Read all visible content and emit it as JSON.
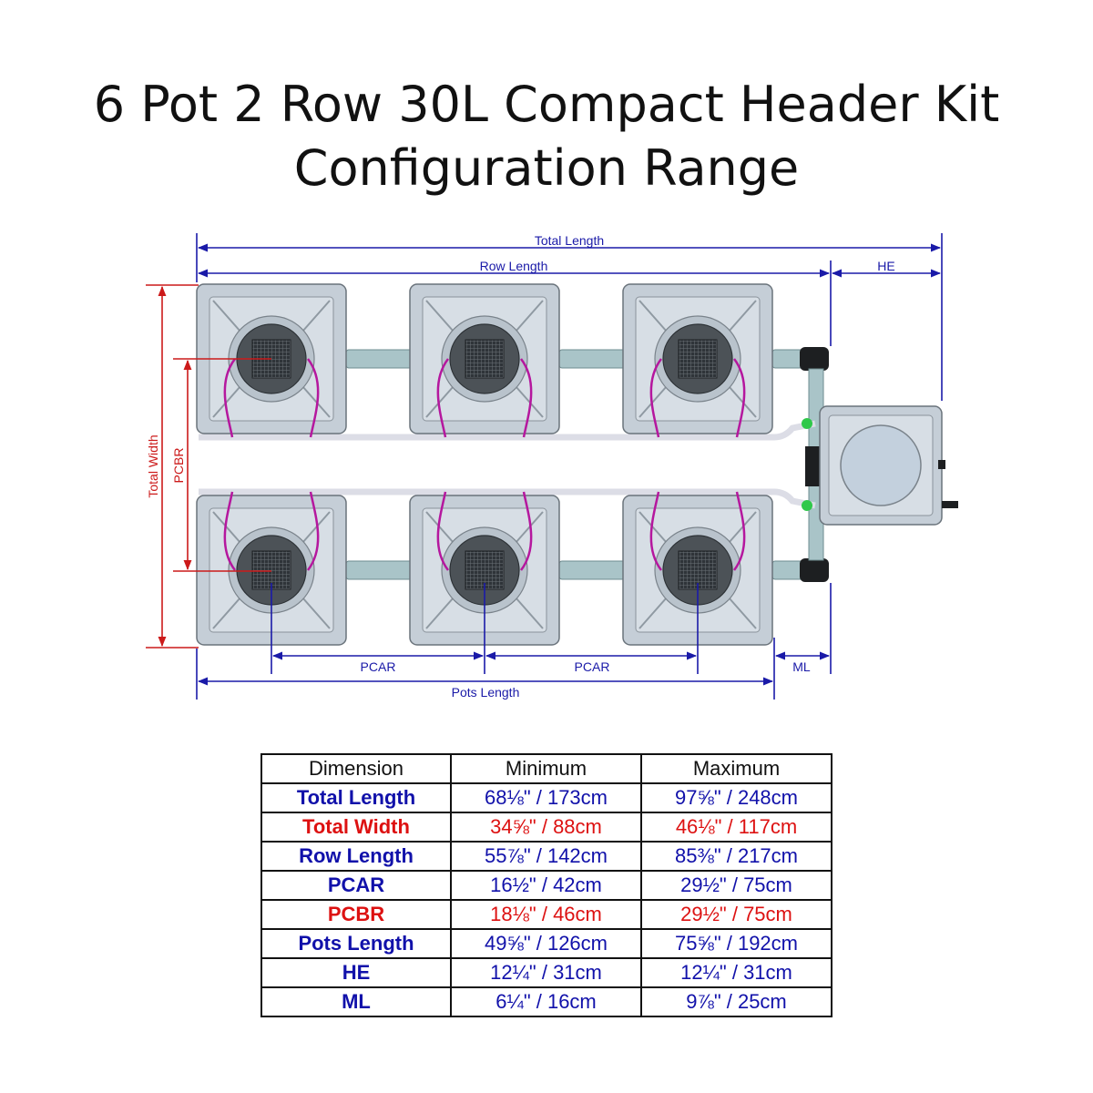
{
  "title": {
    "line1": "6 Pot 2 Row 30L Compact Header Kit",
    "line2": "Configuration Range"
  },
  "diagram": {
    "labels": {
      "total_length": "Total Length",
      "row_length": "Row Length",
      "he": "HE",
      "total_width": "Total Width",
      "pcbr": "PCBR",
      "pcar_left": "PCAR",
      "pcar_right": "PCAR",
      "ml": "ML",
      "pots_length": "Pots Length"
    },
    "colors": {
      "blue_dim": "#1a1aa8",
      "red_dim": "#cc1a1a",
      "pot_fill": "#c9d3dc",
      "pipe": "#a9c4c8",
      "magenta_tube": "#b5179e"
    }
  },
  "table": {
    "headers": [
      "Dimension",
      "Minimum",
      "Maximum"
    ],
    "rows": [
      {
        "dimension": "Total Length",
        "min": "68⅛\" / 173cm",
        "max": "97⅝\" / 248cm",
        "color": "#1111aa"
      },
      {
        "dimension": "Total Width",
        "min": "34⅝\" / 88cm",
        "max": "46⅛\" / 117cm",
        "color": "#dd1111"
      },
      {
        "dimension": "Row Length",
        "min": "55⅞\" / 142cm",
        "max": "85⅜\" / 217cm",
        "color": "#1111aa"
      },
      {
        "dimension": "PCAR",
        "min": "16½\" / 42cm",
        "max": "29½\" / 75cm",
        "color": "#1111aa"
      },
      {
        "dimension": "PCBR",
        "min": "18⅛\" / 46cm",
        "max": "29½\" / 75cm",
        "color": "#dd1111"
      },
      {
        "dimension": "Pots Length",
        "min": "49⅝\" / 126cm",
        "max": "75⅝\" / 192cm",
        "color": "#1111aa"
      },
      {
        "dimension": "HE",
        "min": "12¼\" / 31cm",
        "max": "12¼\" / 31cm",
        "color": "#1111aa"
      },
      {
        "dimension": "ML",
        "min": "6¼\" / 16cm",
        "max": "9⅞\" / 25cm",
        "color": "#1111aa"
      }
    ]
  }
}
